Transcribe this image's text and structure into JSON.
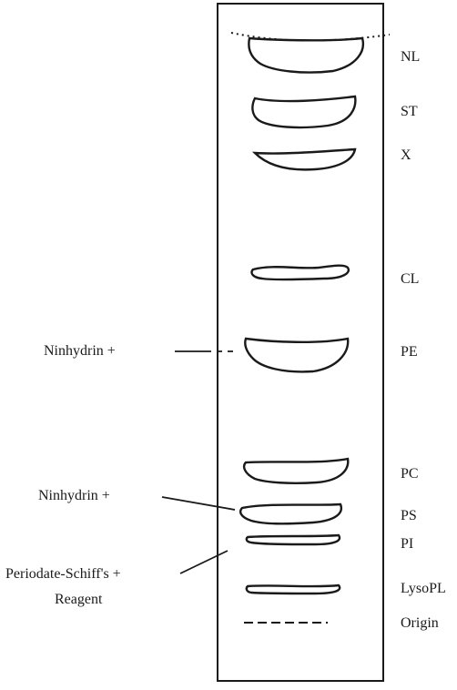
{
  "bands": [
    {
      "id": "nl",
      "label": "NL"
    },
    {
      "id": "st",
      "label": "ST"
    },
    {
      "id": "x",
      "label": "X"
    },
    {
      "id": "cl",
      "label": "CL"
    },
    {
      "id": "pe",
      "label": "PE"
    },
    {
      "id": "pc",
      "label": "PC"
    },
    {
      "id": "ps",
      "label": "PS"
    },
    {
      "id": "pi",
      "label": "PI"
    },
    {
      "id": "lysopl",
      "label": "LysoPL"
    },
    {
      "id": "origin",
      "label": "Origin"
    }
  ],
  "annotations": [
    {
      "id": "ninhydrin-pe",
      "text": "Ninhydrin +"
    },
    {
      "id": "ninhydrin-ps",
      "text": "Ninhydrin +"
    },
    {
      "id": "periodate",
      "text_line1": "Periodate-Schiff's +",
      "text_line2": "Reagent"
    }
  ],
  "colors": {
    "ink": "#1a1a1a",
    "background": "#ffffff"
  }
}
